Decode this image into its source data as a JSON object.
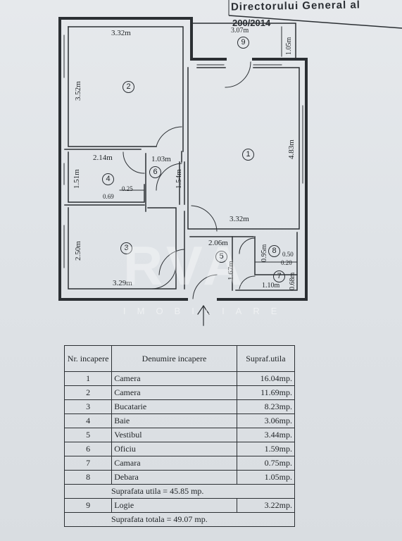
{
  "stamp": {
    "text": "Directorului General al",
    "number": "200/2014"
  },
  "plan": {
    "dimensions": {
      "room2_width": "3.32m",
      "room2_height": "3.52m",
      "room4_width": "2.14m",
      "room4_height": "1.51m",
      "room4_small_a": "0.69",
      "room4_small_b": "0.25",
      "room6_width": "1.03m",
      "room6_height": "1.54m",
      "room1_height": "4.83m",
      "room1_width": "3.32m",
      "room3_height": "2.50m",
      "room3_width": "3.29m",
      "room5_width": "2.06m",
      "room5_height": "1.67m",
      "room8_a": "0.95m",
      "room8_b": "0.50",
      "room8_c": "0.20",
      "room7_a": "0.68m",
      "room7_b": "1.10m",
      "room9_height": "1.05m",
      "room9_width": "3.07m"
    },
    "room_numbers": [
      "1",
      "2",
      "3",
      "4",
      "5",
      "6",
      "7",
      "8",
      "9"
    ]
  },
  "watermark": {
    "logo": "RVA",
    "sub": "IMOBILIARE"
  },
  "table": {
    "headers": {
      "nr": "Nr. incapere",
      "name": "Denumire incapere",
      "area": "Supraf.utila"
    },
    "rows": [
      {
        "nr": "1",
        "name": "Camera",
        "area": "16.04mp."
      },
      {
        "nr": "2",
        "name": "Camera",
        "area": "11.69mp."
      },
      {
        "nr": "3",
        "name": "Bucatarie",
        "area": "8.23mp."
      },
      {
        "nr": "4",
        "name": "Baie",
        "area": "3.06mp."
      },
      {
        "nr": "5",
        "name": "Vestibul",
        "area": "3.44mp."
      },
      {
        "nr": "6",
        "name": "Oficiu",
        "area": "1.59mp."
      },
      {
        "nr": "7",
        "name": "Camara",
        "area": "0.75mp."
      },
      {
        "nr": "8",
        "name": "Debara",
        "area": "1.05mp."
      }
    ],
    "subtotal": "Suprafata utila = 45.85 mp.",
    "extra_row": {
      "nr": "9",
      "name": "Logie",
      "area": "3.22mp."
    },
    "total": "Suprafata totala = 49.07 mp."
  }
}
